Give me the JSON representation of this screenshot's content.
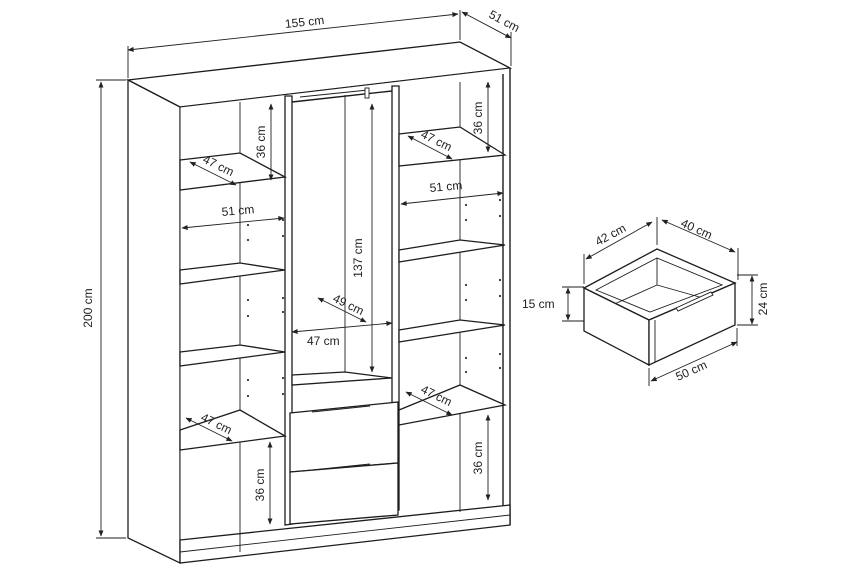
{
  "wardrobe": {
    "width": "155 cm",
    "depth": "51 cm",
    "height": "200 cm",
    "hanging_height": "137 cm",
    "hanging_depth": "49 cm",
    "hanging_width": "47 cm",
    "inner_width_left": "51 cm",
    "inner_width_right": "51 cm",
    "shelf_depth_top_left": "47 cm",
    "shelf_depth_top_right": "47 cm",
    "shelf_depth_bottom_left": "47 cm",
    "shelf_depth_bottom_right": "47 cm",
    "top_compartment_left": "36 cm",
    "top_compartment_right": "36 cm",
    "bottom_compartment_left": "36 cm",
    "bottom_compartment_right": "36 cm"
  },
  "drawer": {
    "front_width": "42 cm",
    "side_depth": "40 cm",
    "front_height": "24 cm",
    "inner_height": "15 cm",
    "bottom_width": "50 cm"
  }
}
